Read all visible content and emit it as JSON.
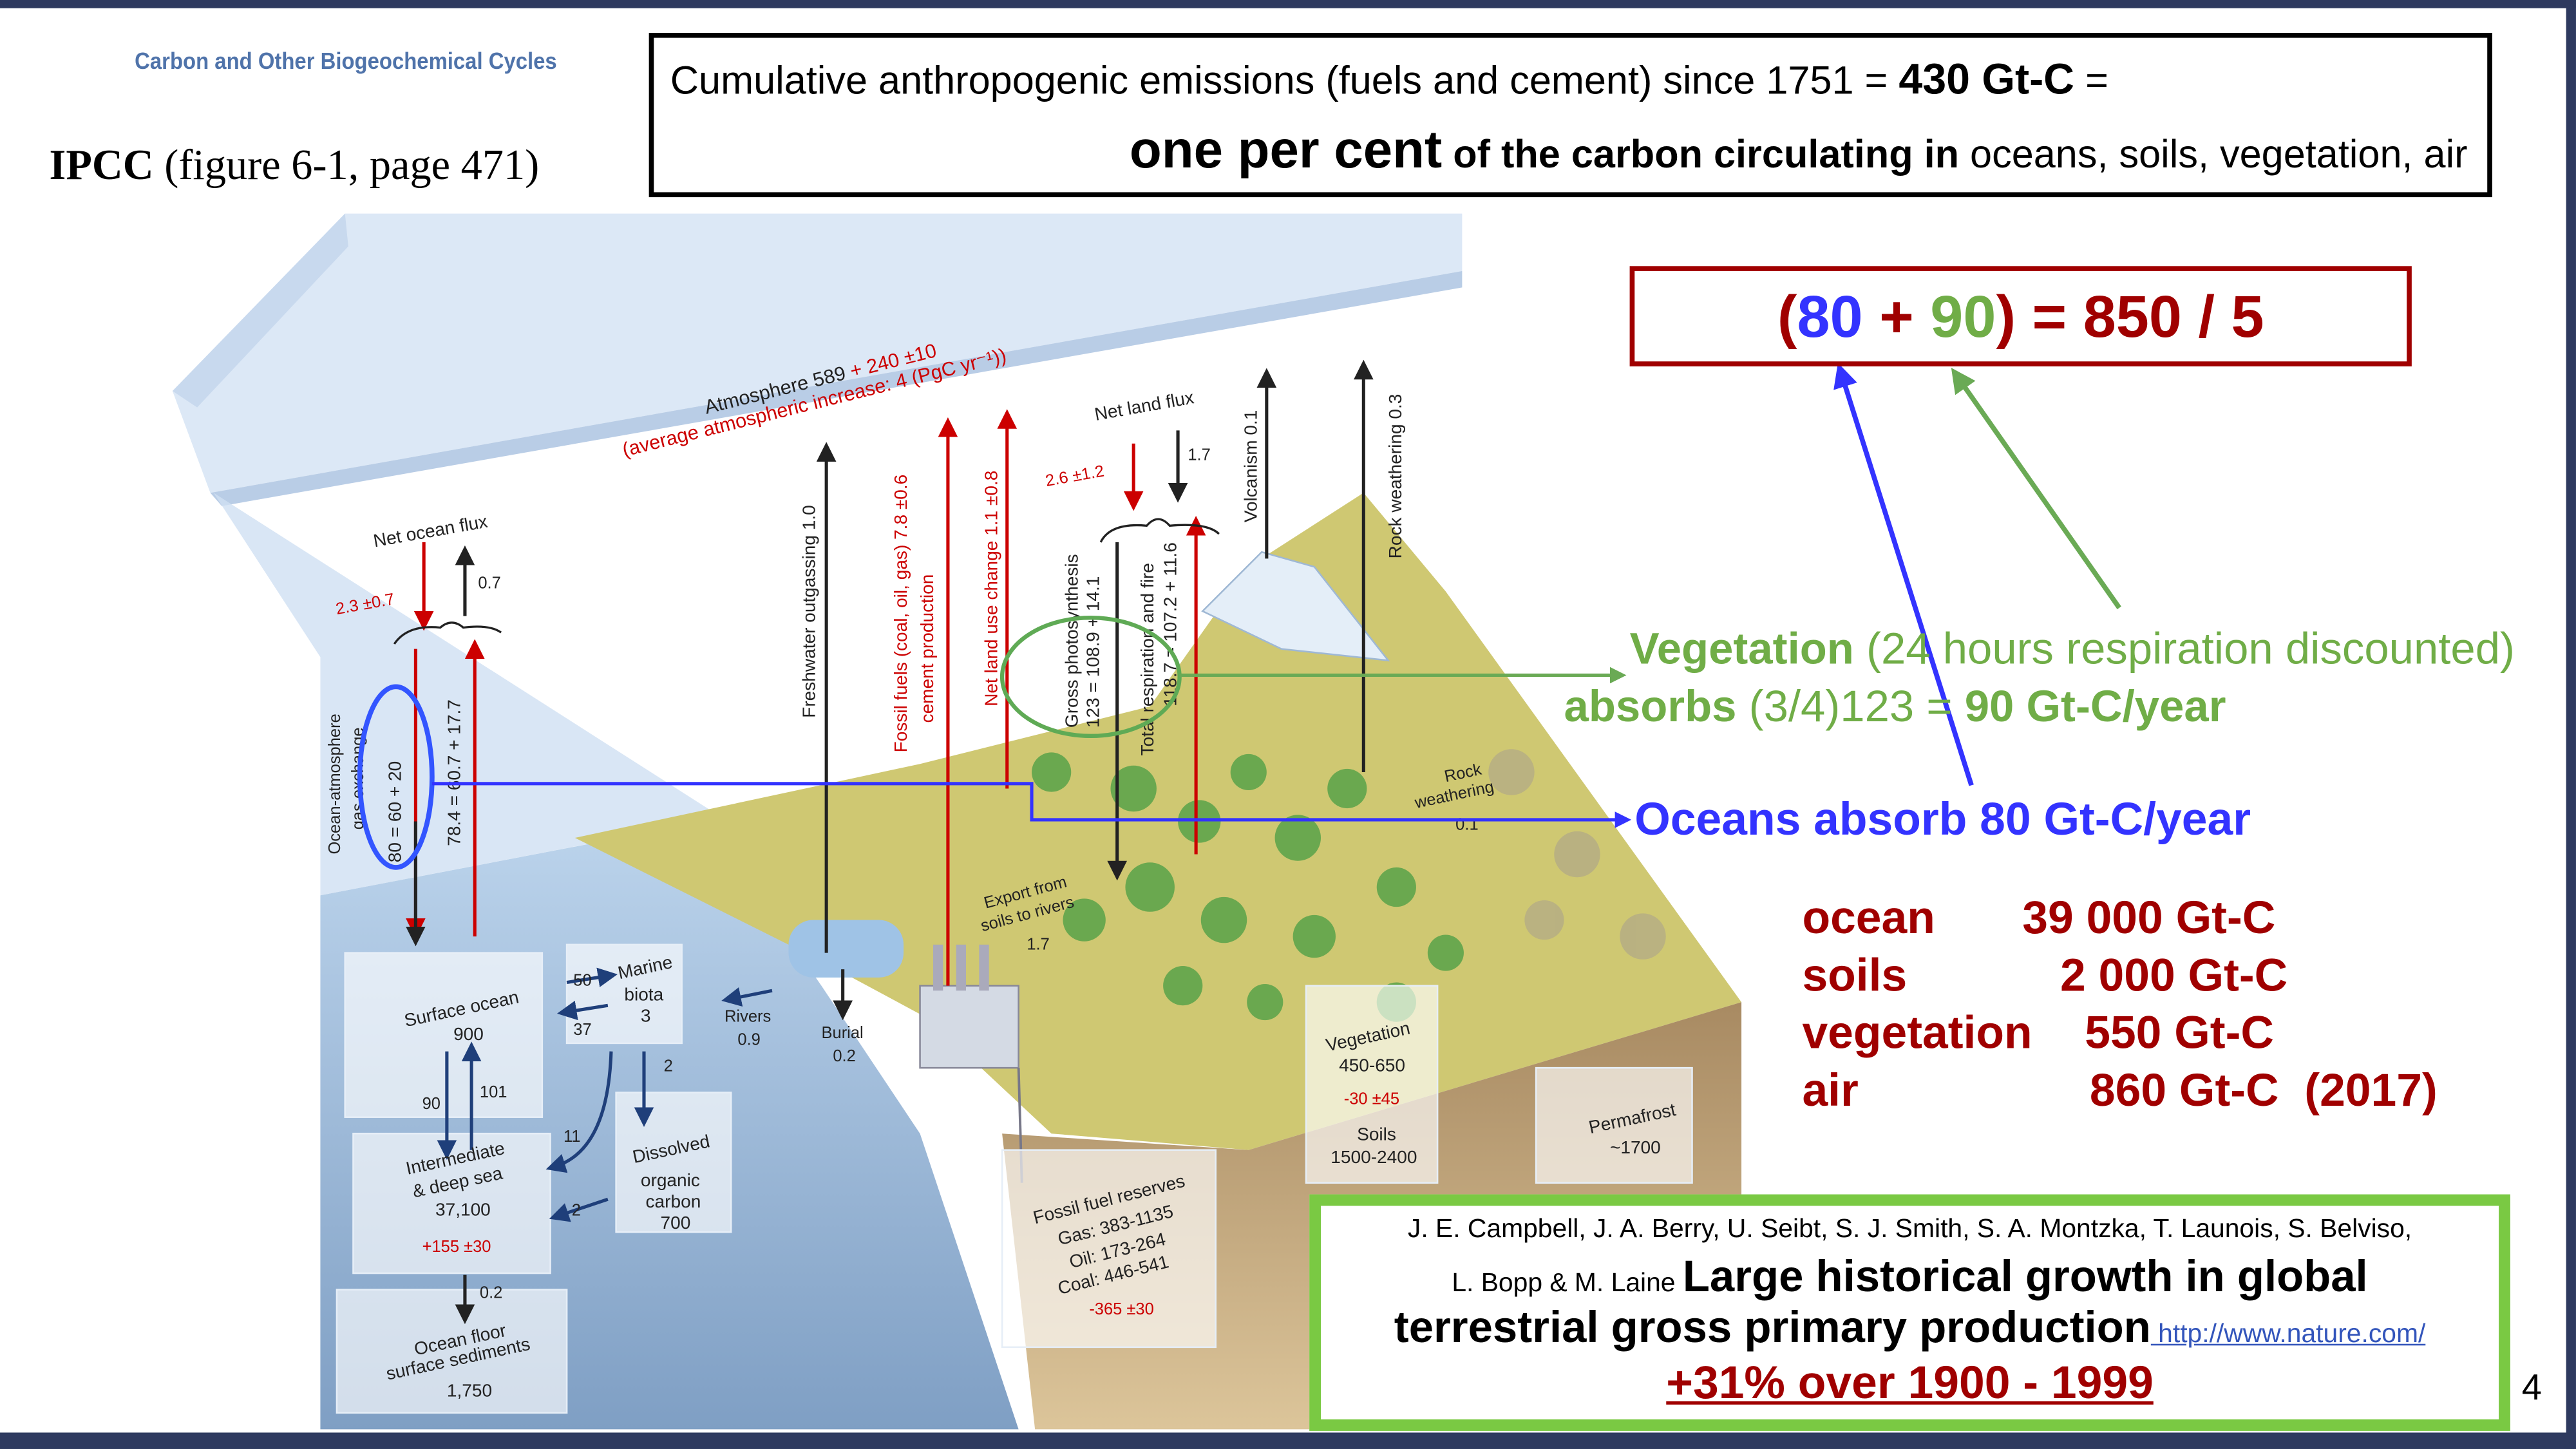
{
  "header": {
    "chapter": "Carbon and Other Biogeochemical Cycles",
    "source": "IPCC",
    "source_detail": " (figure 6-1, page 471)"
  },
  "summary": {
    "line1_text": "Cumulative anthropogenic emissions (fuels and cement) since 1751 = ",
    "line1_value": "430 Gt-C",
    "line1_end": " =",
    "line2_bold": "one per cent",
    "line2_mid": " of the carbon circulating in",
    "line2_end": " oceans, soils, vegetation, air"
  },
  "equation": {
    "open": "(",
    "ocean": "80",
    "plus": " + ",
    "vegetation": "90",
    "rest": ") = 850 / 5"
  },
  "vegetation_note": {
    "l1_bold": "Vegetation",
    "l1_rest": " (24 hours respiration discounted)",
    "l2_bold": "absorbs",
    "l2_mid": " (3/4)123 = ",
    "l2_value": "90 Gt-C/year"
  },
  "oceans_note": "Oceans absorb 80 Gt-C/year",
  "reservoirs": [
    {
      "name": "ocean",
      "value": "39 000 Gt-C"
    },
    {
      "name": "soils",
      "value": "2 000 Gt-C"
    },
    {
      "name": "vegetation",
      "value": "550 Gt-C"
    },
    {
      "name": "air",
      "value": "860 Gt-C  (2017)"
    }
  ],
  "reference": {
    "authors1": "J. E. Campbell, J. A. Berry, U. Seibt, S. J. Smith, S. A. Montzka, T. Launois, S. Belviso,",
    "authors2": "L. Bopp & M. Laine ",
    "title1": "Large historical growth in global",
    "title2": "terrestrial gross primary production",
    "link": " http://www.nature.com/",
    "highlight": "+31% over 1900 - 1999"
  },
  "page_number": "4",
  "diagram": {
    "atmosphere": "Atmosphere 589",
    "atmosphere_delta": " + 240 ±10",
    "atmosphere_increase": "(average atmospheric increase: 4 (PgC yr⁻¹))",
    "net_ocean_flux": "Net ocean flux",
    "net_ocean_down": "2.3 ±0.7",
    "net_ocean_up": "0.7",
    "gas_exchange_1": "Ocean-atmosphere",
    "gas_exchange_2": "gas exchange",
    "gas_down": "80 = 60 + 20",
    "gas_up": "78.4 = 60.7 + 17.7",
    "freshwater": "Freshwater outgassing   1.0",
    "fossil_1": "Fossil fuels (coal, oil, gas)   7.8 ±0.6",
    "fossil_2": "cement production",
    "land_use": "Net land use change   1.1 ±0.8",
    "net_land_flux": "Net land flux",
    "net_land_down": "2.6 ±1.2",
    "net_land_up": "1.7",
    "photo_1": "Gross photosynthesis",
    "photo_2": "123 = 108.9 + 14.1",
    "resp_1": "Total respiration and fire",
    "resp_2": "118.7 = 107.2 + 11.6",
    "volcanism": "Volcanism   0.1",
    "rock_weathering_up": "Rock weathering   0.3",
    "rock_weathering_1": "Rock",
    "rock_weathering_2": "weathering",
    "rock_weathering_3": "0.1",
    "export_1": "Export from",
    "export_2": "soils to rivers",
    "export_3": "1.7",
    "surface_ocean_1": "Surface ocean",
    "surface_ocean_2": "900",
    "marine_biota_1": "Marine",
    "marine_biota_2": "biota",
    "marine_biota_3": "3",
    "flux_50": "50",
    "flux_37": "37",
    "rivers_1": "Rivers",
    "rivers_2": "0.9",
    "burial_1": "Burial",
    "burial_2": "0.2",
    "flux_90": "90",
    "flux_101": "101",
    "flux_11": "11",
    "flux_2a": "2",
    "flux_2b": "2",
    "deep_1": "Intermediate",
    "deep_2": "& deep sea",
    "deep_3": "37,100",
    "deep_delta": "+155 ±30",
    "doc_1": "Dissolved",
    "doc_2": "organic",
    "doc_3": "carbon",
    "doc_4": "700",
    "flux_02": "0.2",
    "floor_1": "Ocean floor",
    "floor_2": "surface sediments",
    "floor_3": "1,750",
    "veg_1": "Vegetation",
    "veg_2": "450-650",
    "veg_delta": "-30 ±45",
    "soils_1": "Soils",
    "soils_2": "1500-2400",
    "permafrost_1": "Permafrost",
    "permafrost_2": "~1700",
    "ff_1": "Fossil fuel reserves",
    "ff_2": "Gas: 383-1135",
    "ff_3": "Oil: 173-264",
    "ff_4": "Coal: 446-541",
    "ff_delta": "-365 ±30"
  },
  "colors": {
    "frame": "#2e3a5f",
    "dark_red": "#a00000",
    "ocean_blue": "#3333ff",
    "veg_green": "#70ad47",
    "ref_border": "#7ac943"
  }
}
